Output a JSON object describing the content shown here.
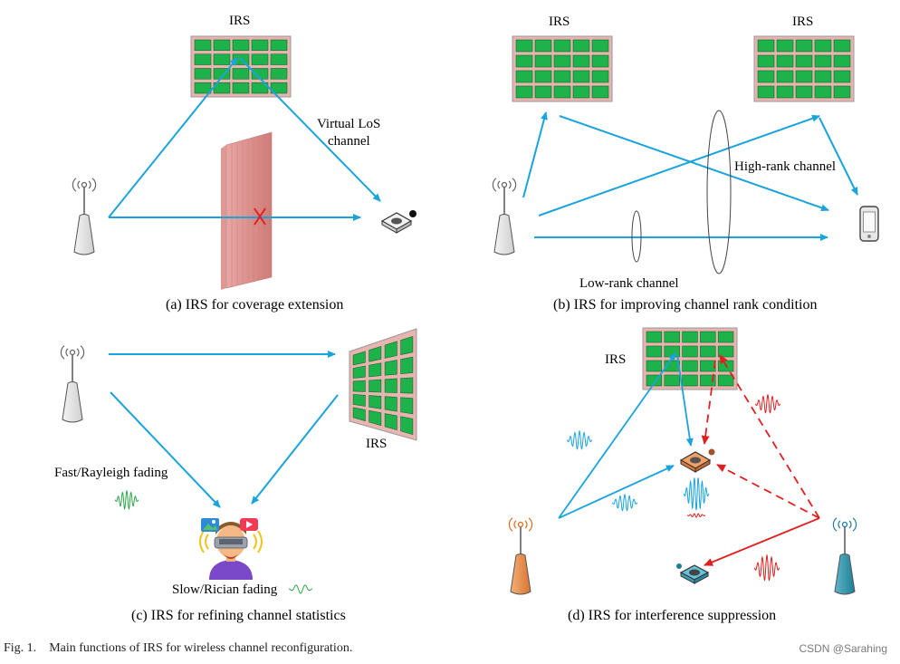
{
  "panels": {
    "a": {
      "irs_label": "IRS",
      "los_label_1": "Virtual LoS",
      "los_label_2": "channel",
      "caption": "(a) IRS for coverage extension"
    },
    "b": {
      "irs_label_left": "IRS",
      "irs_label_right": "IRS",
      "high_rank_label": "High-rank channel",
      "low_rank_label": "Low-rank channel",
      "caption": "(b) IRS for improving channel rank condition"
    },
    "c": {
      "irs_label": "IRS",
      "fast_fading_label": "Fast/Rayleigh  fading",
      "slow_fading_label": "Slow/Rician fading",
      "caption": "(c) IRS for refining channel statistics"
    },
    "d": {
      "irs_label": "IRS",
      "caption": "(d) IRS for interference suppression"
    }
  },
  "figure_caption": {
    "number": "Fig. 1.",
    "text": "Main functions of IRS for wireless channel reconfiguration."
  },
  "watermark": "CSDN @Sarahing",
  "colors": {
    "signal_arrow": "#1aa3dc",
    "interference_arrow": "#e02020",
    "irs_frame": "#e8b4b0",
    "irs_element": "#1db24a",
    "wall": "#d98a86"
  },
  "icons": [
    "base-station-icon",
    "vr-headset-user-icon",
    "user-device-icon",
    "smartphone-icon"
  ]
}
